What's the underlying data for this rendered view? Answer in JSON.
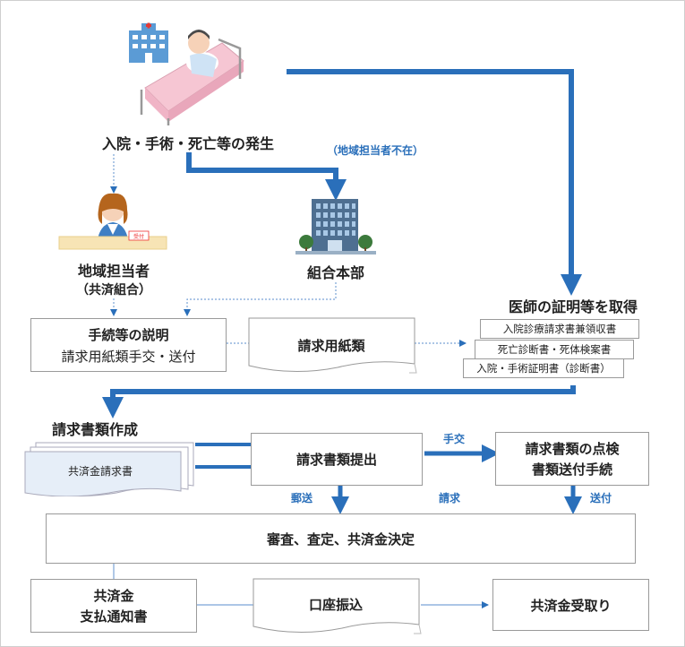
{
  "colors": {
    "arrow": "#2a6fba",
    "connector": "#7aa4d6",
    "border": "#9a9a9a"
  },
  "icons": [
    "hospital-icon",
    "patient-bed-icon",
    "receptionist-icon",
    "office-building-icon"
  ],
  "nodes": {
    "occurrence": "入院・手術・死亡等の発生",
    "absent_note": "（地域担当者不在）",
    "local_rep": "地域担当者",
    "local_rep_sub": "（共済組合）",
    "hq": "組合本部",
    "doctor": "医師の証明等を取得",
    "doctor_docs": [
      "入院診療請求書兼領収書",
      "死亡診断書・死体検案書",
      "入院・手術証明書（診断書）"
    ],
    "explain_title": "手続等の説明",
    "explain_sub": "請求用紙類手交・送付",
    "claim_forms": "請求用紙類",
    "create_docs": "請求書類作成",
    "claim_form_doc": "共済金請求書",
    "submit": "請求書類提出",
    "check_line1": "請求書類の点検",
    "check_line2": "書類送付手続",
    "review": "審査、査定、共済金決定",
    "notice_line1": "共済金",
    "notice_line2": "支払通知書",
    "transfer": "口座振込",
    "receive": "共済金受取り",
    "reception_sign": "受付"
  },
  "edge_labels": {
    "handover": "手交",
    "mail": "郵送",
    "claim": "請求",
    "send": "送付"
  }
}
